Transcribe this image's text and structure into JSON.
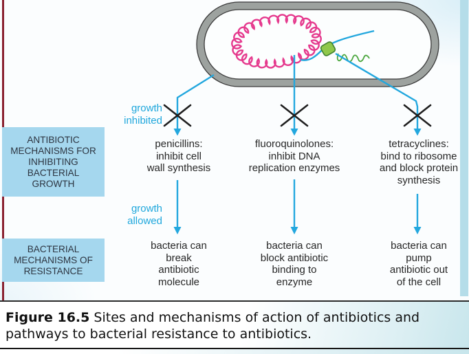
{
  "palette": {
    "arrow_blue": "#22A7DE",
    "dna_pink": "#E5398D",
    "ribosome_green": "#8FC84B",
    "ribosome_outline": "#3F7F2F",
    "protein_green": "#4AA63D",
    "membrane_gray": "#9DA29F",
    "membrane_outline": "#3A3A3A",
    "membrane_inner_fill": "#FCFEFE",
    "box_bg": "#A5D7EE",
    "box_text": "#2C3440",
    "text_dark": "#262626",
    "x_black": "#1E1E1E",
    "left_rule_maroon": "#8A2130",
    "right_bar_blue": "#B5DDE9",
    "caption_teal": "#C8E6EC"
  },
  "diagram": {
    "growth_inhibited": [
      "growth",
      "inhibited"
    ],
    "growth_allowed": [
      "growth",
      "allowed"
    ],
    "row_labels": [
      {
        "lines": [
          "ANTIBIOTIC",
          "MECHANISMS FOR",
          "INHIBITING",
          "BACTERIAL",
          "GROWTH"
        ]
      },
      {
        "lines": [
          "BACTERIAL",
          "MECHANISMS OF",
          "RESISTANCE"
        ]
      }
    ],
    "columns": [
      {
        "antibiotic": [
          "penicillins:",
          "inhibit cell",
          "wall synthesis"
        ],
        "resistance": [
          "bacteria can",
          "break",
          "antibiotic",
          "molecule"
        ]
      },
      {
        "antibiotic": [
          "fluoroquinolones:",
          "inhibit DNA",
          "replication enzymes"
        ],
        "resistance": [
          "bacteria can",
          "block antibiotic",
          "binding to",
          "enzyme"
        ]
      },
      {
        "antibiotic": [
          "tetracyclines:",
          "bind to ribosome",
          "and block protein",
          "synthesis"
        ],
        "resistance": [
          "bacteria can",
          "pump",
          "antibiotic out",
          "of the cell"
        ]
      }
    ]
  },
  "caption": {
    "figure_label": "Figure 16.5",
    "text": "Sites and mechanisms of action of antibiotics and pathways to bacterial resistance to antibiotics."
  }
}
